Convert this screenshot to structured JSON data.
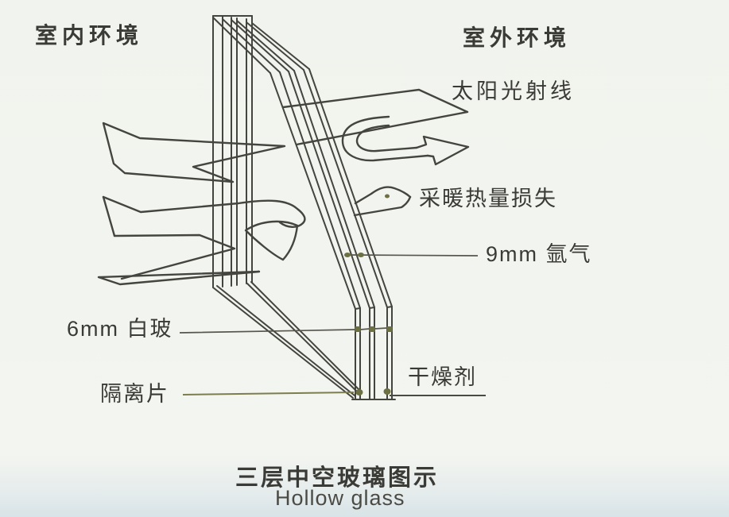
{
  "diagram": {
    "labels": {
      "indoor": "室内环境",
      "outdoor": "室外环境",
      "sun_ray": "太阳光射线",
      "heat_loss": "采暖热量损失",
      "argon": "9mm 氩气",
      "glass": "6mm 白玻",
      "spacer": "隔离片",
      "desiccant": "干燥剂"
    },
    "title_cn": "三层中空玻璃图示",
    "title_en": "Hollow glass",
    "colors": {
      "line": "#45453f",
      "marker": "#6d7042",
      "background": "#f2f4ef",
      "text": "#3a3a36"
    }
  }
}
